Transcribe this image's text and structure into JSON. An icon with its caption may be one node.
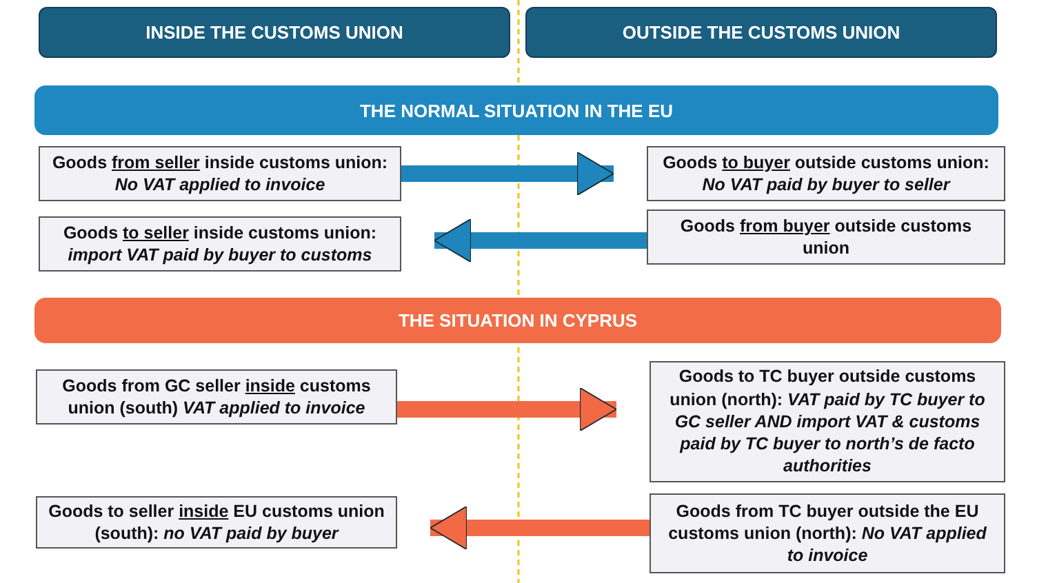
{
  "diagram": {
    "nodes": [
      {
        "text": [
          "INSIDE THE CUSTOMS UNION"
        ]
      },
      {
        "text": [
          "OUTSIDE THE CUSTOMS UNION"
        ]
      },
      {
        "text": [
          "THE NORMAL SITUATION IN THE EU"
        ]
      },
      {
        "text": [
          "Goods **from seller** inside customs union: *No VAT applied to invoice*"
        ]
      },
      {
        "text": [
          "Goods **to buyer** outside customs union: *No VAT paid by buyer to seller*"
        ]
      },
      {
        "text": [
          "Goods **to seller** inside customs union: *import VAT paid by buyer to customs*"
        ]
      },
      {
        "text": [
          "Goods **from buyer** outside customs union"
        ]
      },
      {
        "text": [
          "THE SITUATION IN CYPRUS"
        ]
      },
      {
        "text": [
          "Goods from GC seller **inside** customs union (south) *VAT applied to invoice*"
        ]
      },
      {
        "text": [
          "Goods to TC buyer outside customs union (north): *VAT paid by TC buyer to GC seller AND import VAT & customs paid by TC buyer to north’s de facto authorities*"
        ]
      },
      {
        "text": [
          "Goods to seller **inside** EU customs union (south): *no VAT paid by buyer*"
        ]
      },
      {
        "text": [
          "Goods from TC buyer outside the EU customs union (north): *No VAT applied to invoice*"
        ]
      }
    ],
    "edges": [
      {
        "from": 3,
        "to": 4,
        "arrow": "to",
        "color": "#1f86bd"
      },
      {
        "from": 6,
        "to": 5,
        "arrow": "to",
        "color": "#1f86bd"
      },
      {
        "from": 8,
        "to": 9,
        "arrow": "to",
        "color": "#f26a45"
      },
      {
        "from": 11,
        "to": 10,
        "arrow": "to",
        "color": "#f26a45"
      }
    ]
  }
}
